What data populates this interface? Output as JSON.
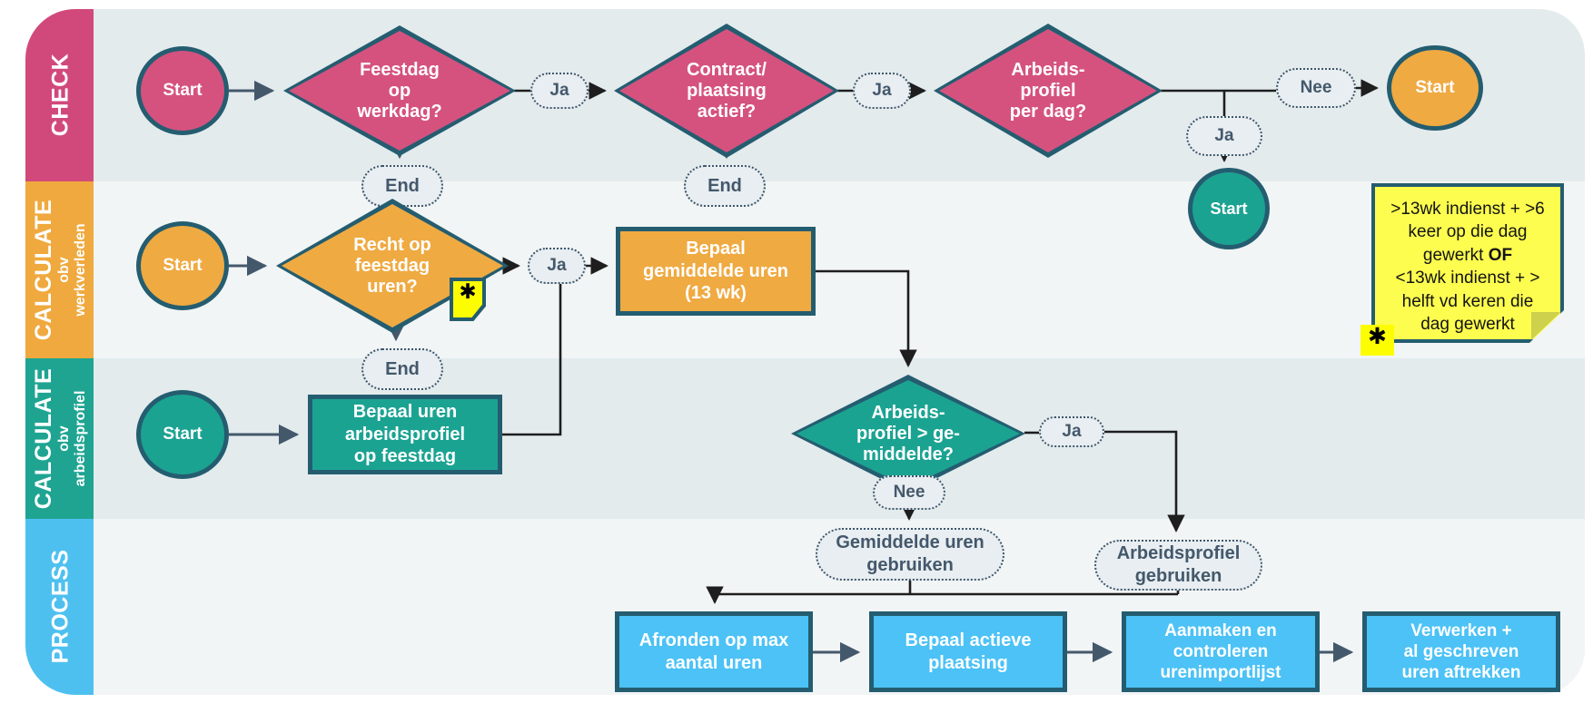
{
  "lanes": [
    {
      "label": "CHECK",
      "sub1": "",
      "sub2": "",
      "color": "#d1497b"
    },
    {
      "label": "CALCULATE",
      "sub1": "obv",
      "sub2": "werkverleden",
      "color": "#efa93e"
    },
    {
      "label": "CALCULATE",
      "sub1": "obv",
      "sub2": "arbeidsprofiel",
      "color": "#1fa492"
    },
    {
      "label": "PROCESS",
      "sub1": "",
      "sub2": "",
      "color": "#4ec0f0"
    }
  ],
  "check": {
    "start": "Start",
    "d_feestdag": "Feestdag\nop\nwerkdag?",
    "ja1": "Ja",
    "d_contract": "Contract/\nplaatsing\nactief?",
    "ja2": "Ja",
    "d_arbeidsprofiel": "Arbeids-\nprofiel\nper dag?",
    "nee": "Nee",
    "ja3": "Ja",
    "end1": "End",
    "end2": "End",
    "start_nee": "Start",
    "start_ja": "Start"
  },
  "calc_werkverleden": {
    "start": "Start",
    "d_recht": "Recht op\nfeestdag\nuren?",
    "ja": "Ja",
    "end": "End",
    "box_gemiddelde": "Bepaal\ngemiddelde uren\n(13 wk)"
  },
  "calc_arbeidsprofiel": {
    "start": "Start",
    "box_uren": "Bepaal uren\narbeidsprofiel\nop feestdag",
    "d_vergelijk": "Arbeids-\nprofiel > ge-\nmiddelde?",
    "ja": "Ja",
    "nee": "Nee"
  },
  "branches": {
    "gemiddelde": "Gemiddelde uren\ngebruiken",
    "arbeidsprofiel": "Arbeidsprofiel\ngebruiken"
  },
  "process": {
    "b1": "Afronden op max\naantal uren",
    "b2": "Bepaal actieve\nplaatsing",
    "b3": "Aanmaken en\ncontroleren\nurenimportlijst",
    "b4": "Verwerken +\nal geschreven\nuren aftrekken"
  },
  "note": {
    "lines": [
      ">13wk indienst + >6",
      "keer op die dag",
      "gewerkt",
      "<13wk indienst + >",
      "helft vd keren die",
      "dag gewerkt"
    ],
    "of_label": "OF",
    "asterisk": "✱"
  },
  "colors": {
    "pink": "#d5527f",
    "orange": "#efaa42",
    "teal": "#1ba392",
    "blue": "#4cc2f6",
    "border": "#245d70",
    "lane_dark": "#e3ebed",
    "lane_light": "#f2f5f5",
    "slate": "#44586c",
    "note_yellow": "#fdfd4f"
  }
}
